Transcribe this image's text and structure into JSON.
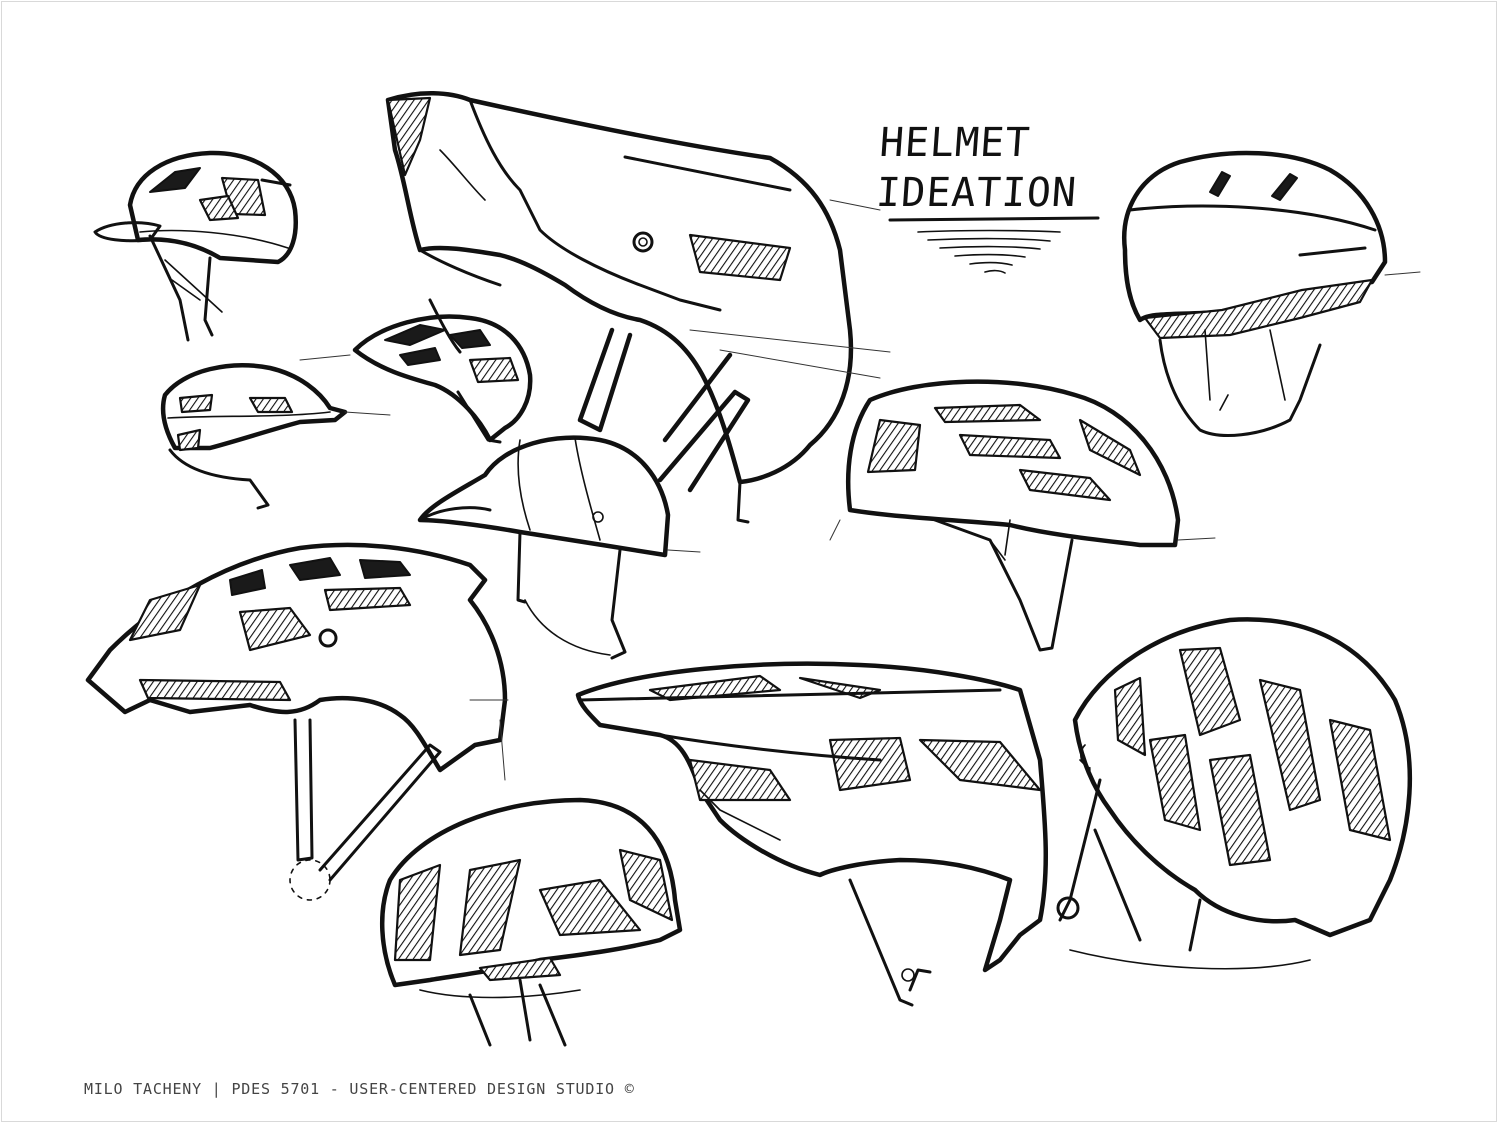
{
  "title": {
    "line1": "HELMET",
    "line2": "IDEATION"
  },
  "footer": {
    "credit": "MILO TACHENY | PDES 5701 - USER-CENTERED DESIGN STUDIO ©"
  },
  "colors": {
    "ink": "#111111",
    "paper": "#ffffff",
    "footer_text": "#444444"
  },
  "sketches": [
    "commuter-helmet-with-visor",
    "full-face-downhill-helmet",
    "trail-helmet-small",
    "trail-helmet-angled",
    "cap-style-helmet",
    "skate-helmet",
    "road-helmet-vented",
    "enduro-helmet-large",
    "mtb-helmet-visor-large",
    "road-helmet-rear",
    "aero-road-helmet"
  ]
}
